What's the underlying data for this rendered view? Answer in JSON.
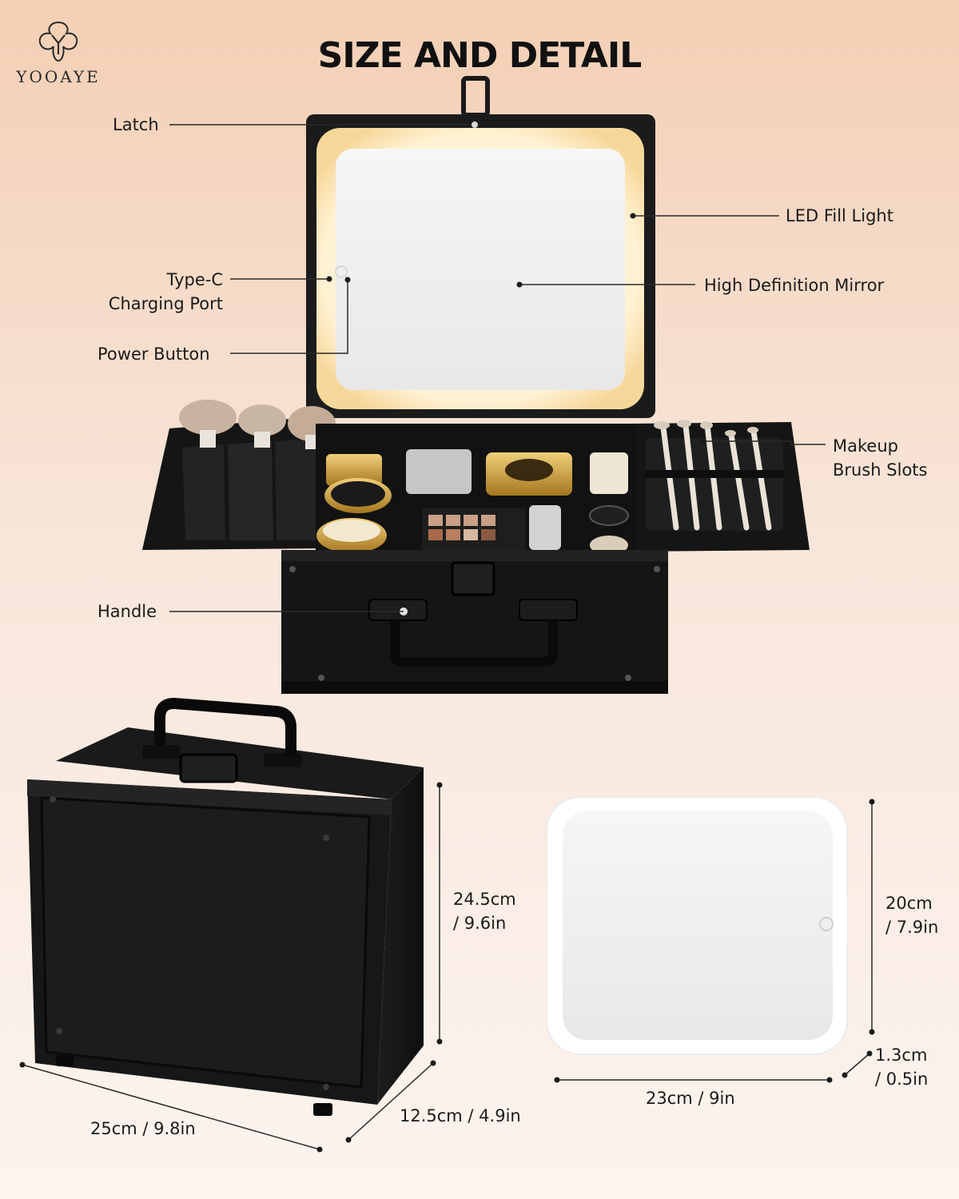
{
  "brand": {
    "name": "YOOAYE",
    "logo": "yooaye-monogram-logo"
  },
  "title": "SIZE AND DETAIL",
  "callouts": {
    "latch": "Latch",
    "led_fill_light": "LED Fill Light",
    "typec_line1": "Type-C",
    "typec_line2": "Charging Port",
    "high_definition_mirror": "High Definition Mirror",
    "power_button": "Power Button",
    "brush_slots_line1": "Makeup",
    "brush_slots_line2": "Brush Slots",
    "handle": "Handle"
  },
  "dimensions": {
    "case_height_cm": "24.5cm",
    "case_height_in": "/ 9.6in",
    "case_width": "25cm / 9.8in",
    "case_depth": "12.5cm / 4.9in",
    "mirror_height_cm": "20cm",
    "mirror_height_in": "/ 7.9in",
    "mirror_width": "23cm / 9in",
    "mirror_thickness_cm": "1.3cm",
    "mirror_thickness_in": "/ 0.5in"
  },
  "colors": {
    "case_black": "#161616",
    "led_glow": "#fff4dc",
    "mirror_white": "#f2f2f2",
    "gold": "#c89a3a"
  }
}
